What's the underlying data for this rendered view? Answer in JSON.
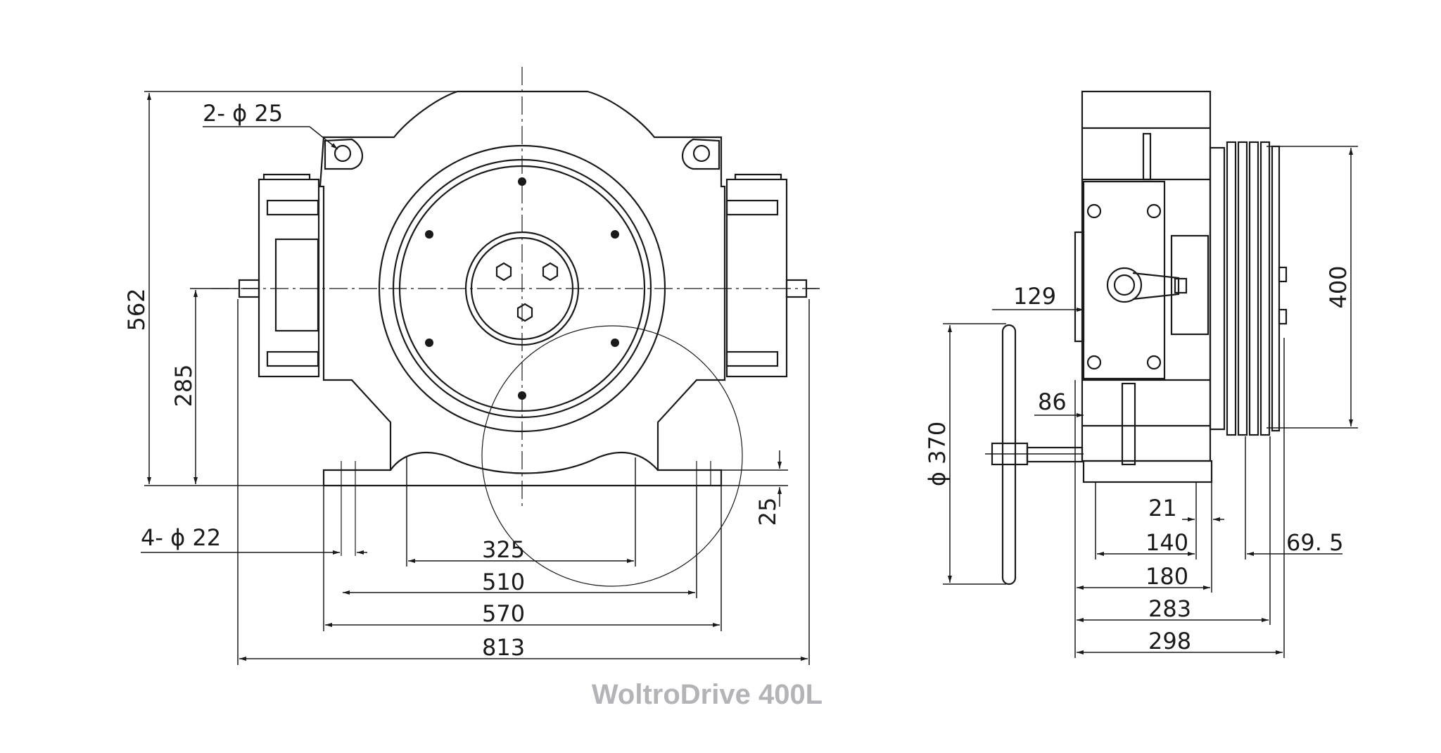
{
  "caption": "WoltroDrive 400L",
  "front_view": {
    "labels": {
      "holes_top": "2- ϕ 25",
      "holes_base": "4- ϕ 22",
      "height_total": "562",
      "shaft_height": "285",
      "base_thickness": "25",
      "w_325": "325",
      "w_510": "510",
      "w_570": "570",
      "w_813": "813"
    }
  },
  "side_view": {
    "labels": {
      "d_129": "129",
      "d_86": "86",
      "handwheel_dia": "ϕ 370",
      "sheave_dia": "400",
      "d_21": "21",
      "d_140": "140",
      "d_69_5": "69. 5",
      "d_180": "180",
      "d_283": "283",
      "d_298": "298"
    }
  }
}
